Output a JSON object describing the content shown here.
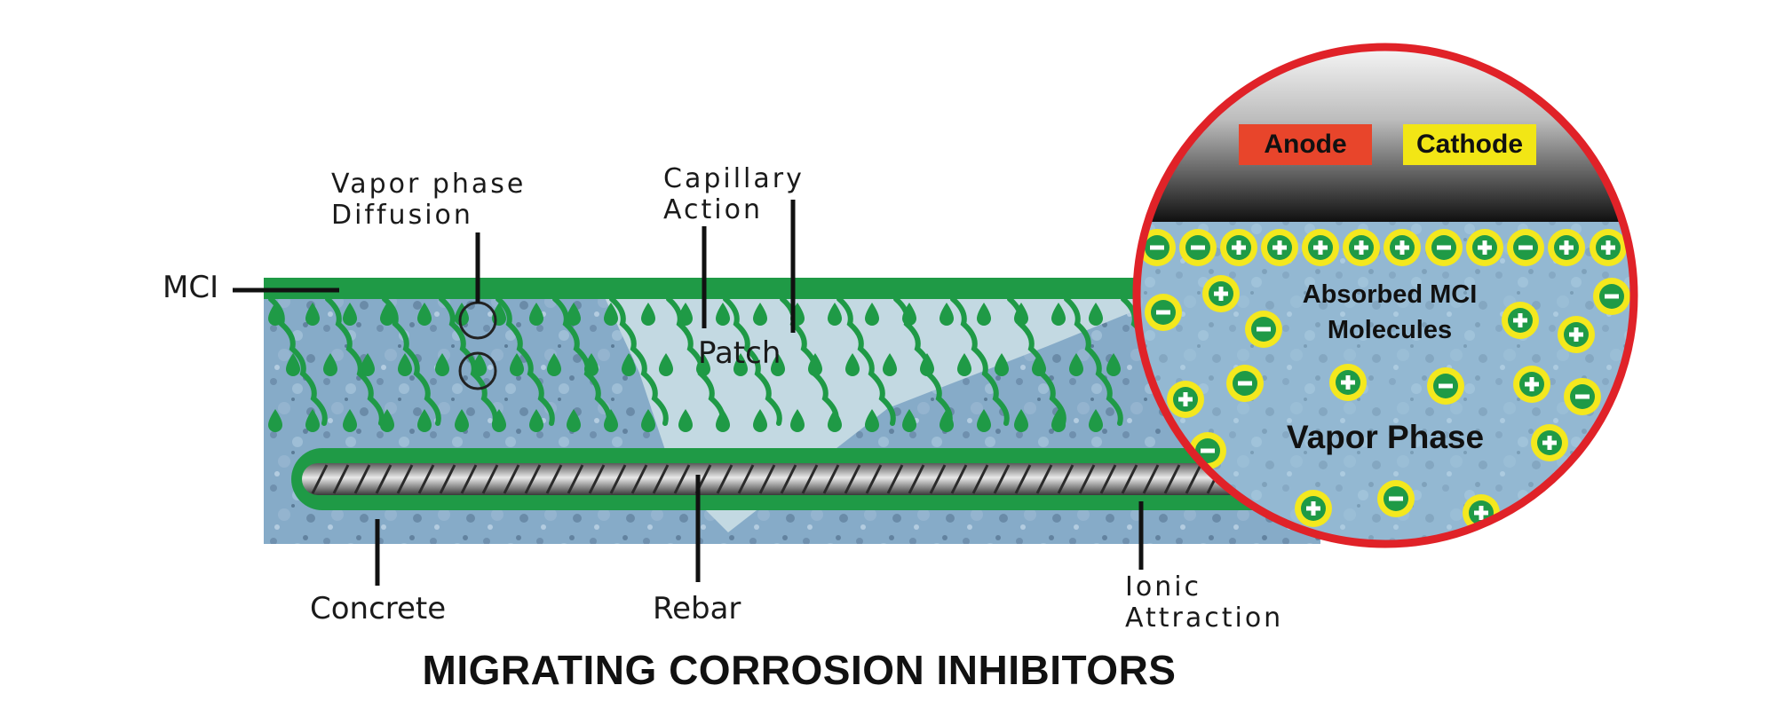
{
  "title": "MIGRATING CORROSION INHIBITORS",
  "labels": {
    "mci": "MCI",
    "vapor_phase_diffusion_line1": "Vapor phase",
    "vapor_phase_diffusion_line2": "Diffusion",
    "capillary_action_line1": "Capillary",
    "capillary_action_line2": "Action",
    "patch": "Patch",
    "concrete": "Concrete",
    "rebar": "Rebar",
    "ionic_attraction_line1": "Ionic",
    "ionic_attraction_line2": "Attraction"
  },
  "zoom": {
    "anode": "Anode",
    "cathode": "Cathode",
    "absorbed_line1": "Absorbed MCI",
    "absorbed_line2": "Molecules",
    "vapor_phase": "Vapor Phase"
  },
  "colors": {
    "mci_green": "#1f9a46",
    "concrete_blue": "#7fa6c4",
    "patch_blue": "#c3d9e2",
    "anode_red": "#e8452b",
    "cathode_yellow": "#f2e615",
    "circle_border": "#e02228",
    "ion_yellow": "#f4e81e"
  }
}
